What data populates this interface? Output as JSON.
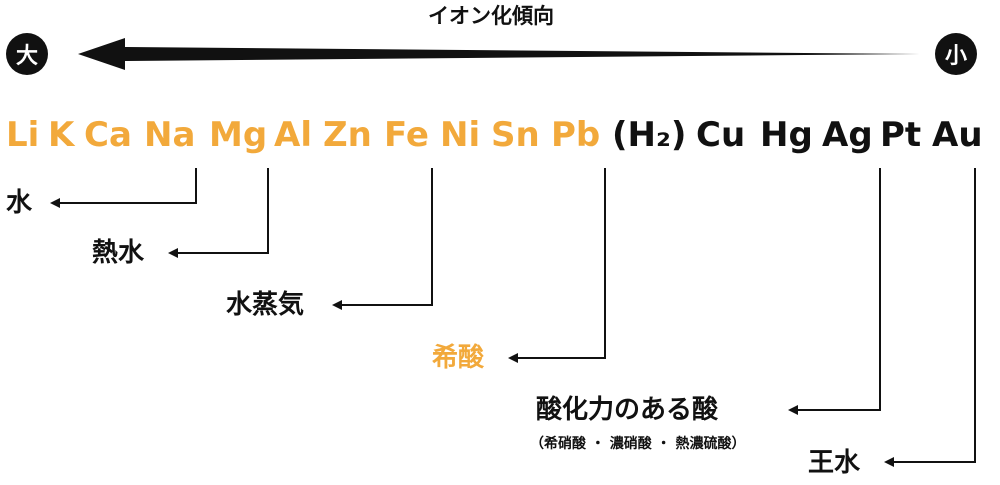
{
  "header": {
    "title": "イオン化傾向",
    "large_label": "大",
    "small_label": "小"
  },
  "series": {
    "elements": [
      "Li",
      "K",
      "Ca",
      "Na",
      "Mg",
      "Al",
      "Zn",
      "Fe",
      "Ni",
      "Sn",
      "Pb",
      "(H₂)",
      "Cu",
      "Hg",
      "Ag",
      "Pt",
      "Au"
    ]
  },
  "reactions": {
    "water": "水",
    "hot_water": "熱水",
    "steam": "水蒸気",
    "dilute_acid": "希酸",
    "oxidizing_acid": "酸化力のある酸",
    "oxidizing_acid_note": "（希硝酸 ・ 濃硝酸 ・ 熱濃硫酸）",
    "aqua_regia": "王水"
  },
  "colors": {
    "reactive": "#f2a93b",
    "inert": "#111111",
    "arrow": "#111111"
  }
}
